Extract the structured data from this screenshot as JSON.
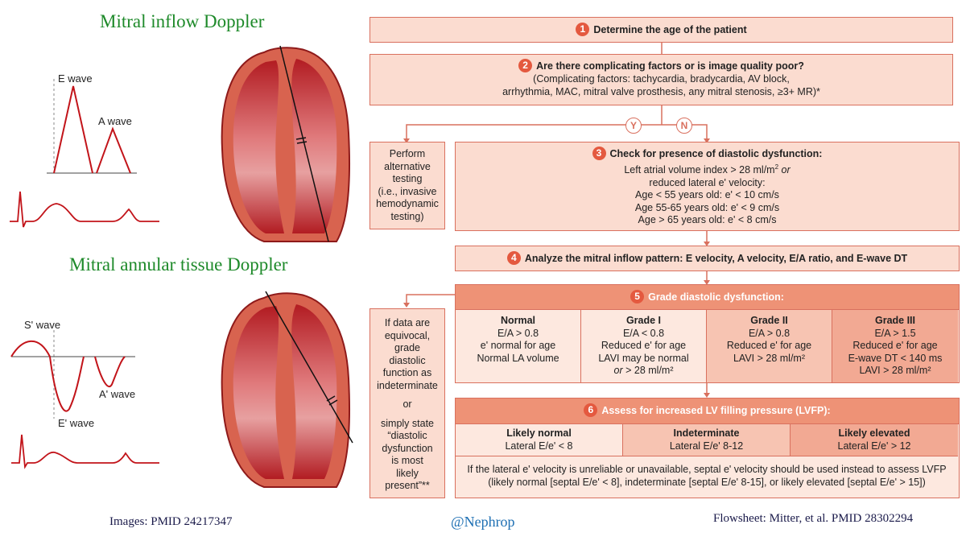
{
  "left": {
    "mitral_inflow_title": "Mitral inflow Doppler",
    "annular_title": "Mitral annular tissue Doppler",
    "e_wave": "E wave",
    "a_wave": "A wave",
    "s_prime_wave": "S' wave",
    "a_prime_wave": "A' wave",
    "e_prime_wave": "E' wave"
  },
  "flow": {
    "step1": {
      "num": "1",
      "text": "Determine the age of the patient"
    },
    "step2": {
      "num": "2",
      "title": "Are there complicating factors or is image quality poor?",
      "line1": "(Complicating factors: tachycardia, bradycardia, AV block,",
      "line2": "arrhythmia, MAC, mitral valve prosthesis, any mitral stenosis, ≥3+ MR)*"
    },
    "yes": "Y",
    "no": "N",
    "alt": {
      "l1": "Perform",
      "l2": "alternative",
      "l3": "testing",
      "l4": "(i.e., invasive",
      "l5": "hemodynamic",
      "l6": "testing)"
    },
    "step3": {
      "num": "3",
      "title": "Check for presence of diastolic dysfunction:",
      "l1a": "Left atrial volume index > 28 ml/m",
      "l1sup": "2",
      "l1b": "or",
      "l2": "reduced lateral e' velocity:",
      "l3": "Age < 55 years old: e' < 10 cm/s",
      "l4": "Age 55-65 years old: e' < 9 cm/s",
      "l5": "Age > 65 years old: e' < 8 cm/s"
    },
    "step4": {
      "num": "4",
      "text": "Analyze the mitral inflow pattern: E velocity, A velocity, E/A ratio, and E-wave DT"
    },
    "step5": {
      "num": "5",
      "text": "Grade diastolic dysfunction:"
    },
    "grades": [
      {
        "title": "Normal",
        "lines": [
          "E/A > 0.8",
          "e' normal for age",
          "Normal LA volume"
        ]
      },
      {
        "title": "Grade I",
        "lines": [
          "E/A < 0.8",
          "Reduced e' for age",
          "LAVI may be normal"
        ],
        "extra_or": "or",
        "extra": "> 28 ml/m²"
      },
      {
        "title": "Grade II",
        "lines": [
          "E/A > 0.8",
          "Reduced e' for age",
          "LAVI > 28 ml/m²"
        ]
      },
      {
        "title": "Grade III",
        "lines": [
          "E/A > 1.5",
          "Reduced e' for age",
          "E-wave DT < 140 ms",
          "LAVI > 28 ml/m²"
        ]
      }
    ],
    "equivocal": {
      "l1": "If data are",
      "l2": "equivocal,",
      "l3": "grade",
      "l4": "diastolic",
      "l5": "function as",
      "l6": "indeterminate",
      "l7": "or",
      "l8": "simply state",
      "l9": "“diastolic",
      "l10": "dysfunction",
      "l11": "is most",
      "l12": "likely",
      "l13": "present”**"
    },
    "step6": {
      "num": "6",
      "text": "Assess for increased LV filling pressure (LVFP):"
    },
    "lvfp": [
      {
        "title": "Likely normal",
        "value": "Lateral E/e' < 8"
      },
      {
        "title": "Indeterminate",
        "value": "Lateral E/e' 8-12"
      },
      {
        "title": "Likely elevated",
        "value": "Lateral E/e' > 12"
      }
    ],
    "footnote1": "If the lateral e' velocity is unreliable or unavailable,  septal e' velocity should be used instead to assess LVFP",
    "footnote2": "(likely normal [septal E/e' < 8], indeterminate [septal E/e' 8-15], or likely elevated [septal E/e' > 15])"
  },
  "footer": {
    "images": "Images: PMID 24217347",
    "handle": "@Nephrop",
    "flowsheet": "Flowsheet: Mitter, et al. PMID 28302294"
  },
  "colors": {
    "box_fill": "#fbdcd0",
    "box_border": "#d9705e",
    "header_fill": "#ee9276",
    "badge": "#e4593f",
    "green_title": "#1e8a2a"
  }
}
